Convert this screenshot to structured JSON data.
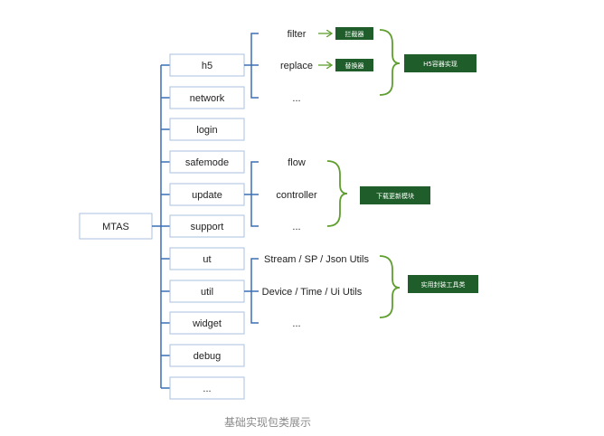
{
  "root": {
    "label": "MTAS"
  },
  "modules": [
    {
      "label": "h5"
    },
    {
      "label": "network"
    },
    {
      "label": "login"
    },
    {
      "label": "safemode"
    },
    {
      "label": "update"
    },
    {
      "label": "support"
    },
    {
      "label": "ut"
    },
    {
      "label": "util"
    },
    {
      "label": "widget"
    },
    {
      "label": "debug"
    },
    {
      "label": "..."
    }
  ],
  "groups": [
    {
      "parent": "h5",
      "children": [
        "filter",
        "replace",
        "..."
      ],
      "child_tags": [
        "拦截器",
        "替换器"
      ],
      "summary": "H5容器实现"
    },
    {
      "parent": "update",
      "children": [
        "flow",
        "controller",
        "..."
      ],
      "summary": "下载更新模块"
    },
    {
      "parent": "util",
      "children": [
        "Stream / SP / Json Utils",
        "Device / Time / Ui Utils",
        "..."
      ],
      "summary": "实用封装工具类"
    }
  ],
  "caption": "基础实现包类展示",
  "colors": {
    "line": "#3b6fb6",
    "box_border": "#a9c2e2",
    "tag_fill": "#1f5d2a",
    "brace": "#5f9e2f",
    "caption": "#8a8a8a"
  }
}
